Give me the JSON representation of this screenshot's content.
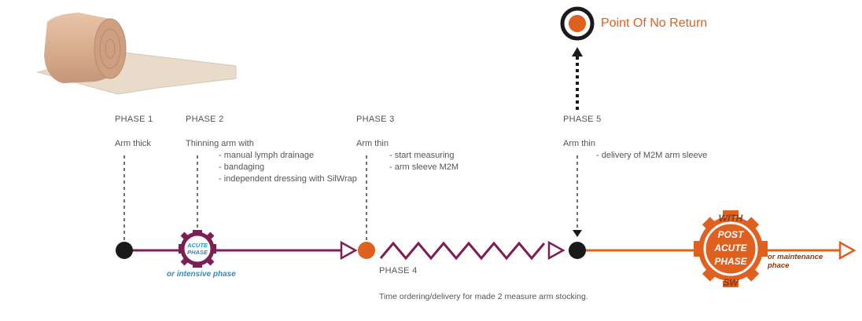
{
  "point_of_no_return": "Point Of No Return",
  "phases": [
    {
      "heading": "PHASE 1",
      "state": "Arm thick",
      "details": []
    },
    {
      "heading": "PHASE 2",
      "state": "Thinning arm with",
      "details": [
        "- manual lymph drainage",
        "- bandaging",
        "- independent dressing with SilWrap"
      ]
    },
    {
      "heading": "PHASE 3",
      "state": "Arm thin",
      "details": [
        "- start measuring",
        "- arm sleeve M2M"
      ]
    },
    {
      "heading": "PHASE 5",
      "state": "Arm thin",
      "details": [
        "- delivery of M2M arm sleeve"
      ]
    }
  ],
  "phase4": {
    "heading": "PHASE 4",
    "note": "Time ordering/delivery for made 2 measure arm stocking."
  },
  "acute": {
    "line1": "ACUTE",
    "line2": "PHASE",
    "note": "or intensive phase"
  },
  "post_acute": {
    "top": "WITH",
    "line1": "POST",
    "line2": "ACUTE",
    "line3": "PHASE",
    "bottom": "SW",
    "note_line1": "or maintenance",
    "note_line2": "phace"
  },
  "colors": {
    "purple": "#7b1f55",
    "orange": "#e06020",
    "black": "#1a1a1a",
    "blue": "#2a8fc8",
    "brown": "#8a3b12"
  }
}
